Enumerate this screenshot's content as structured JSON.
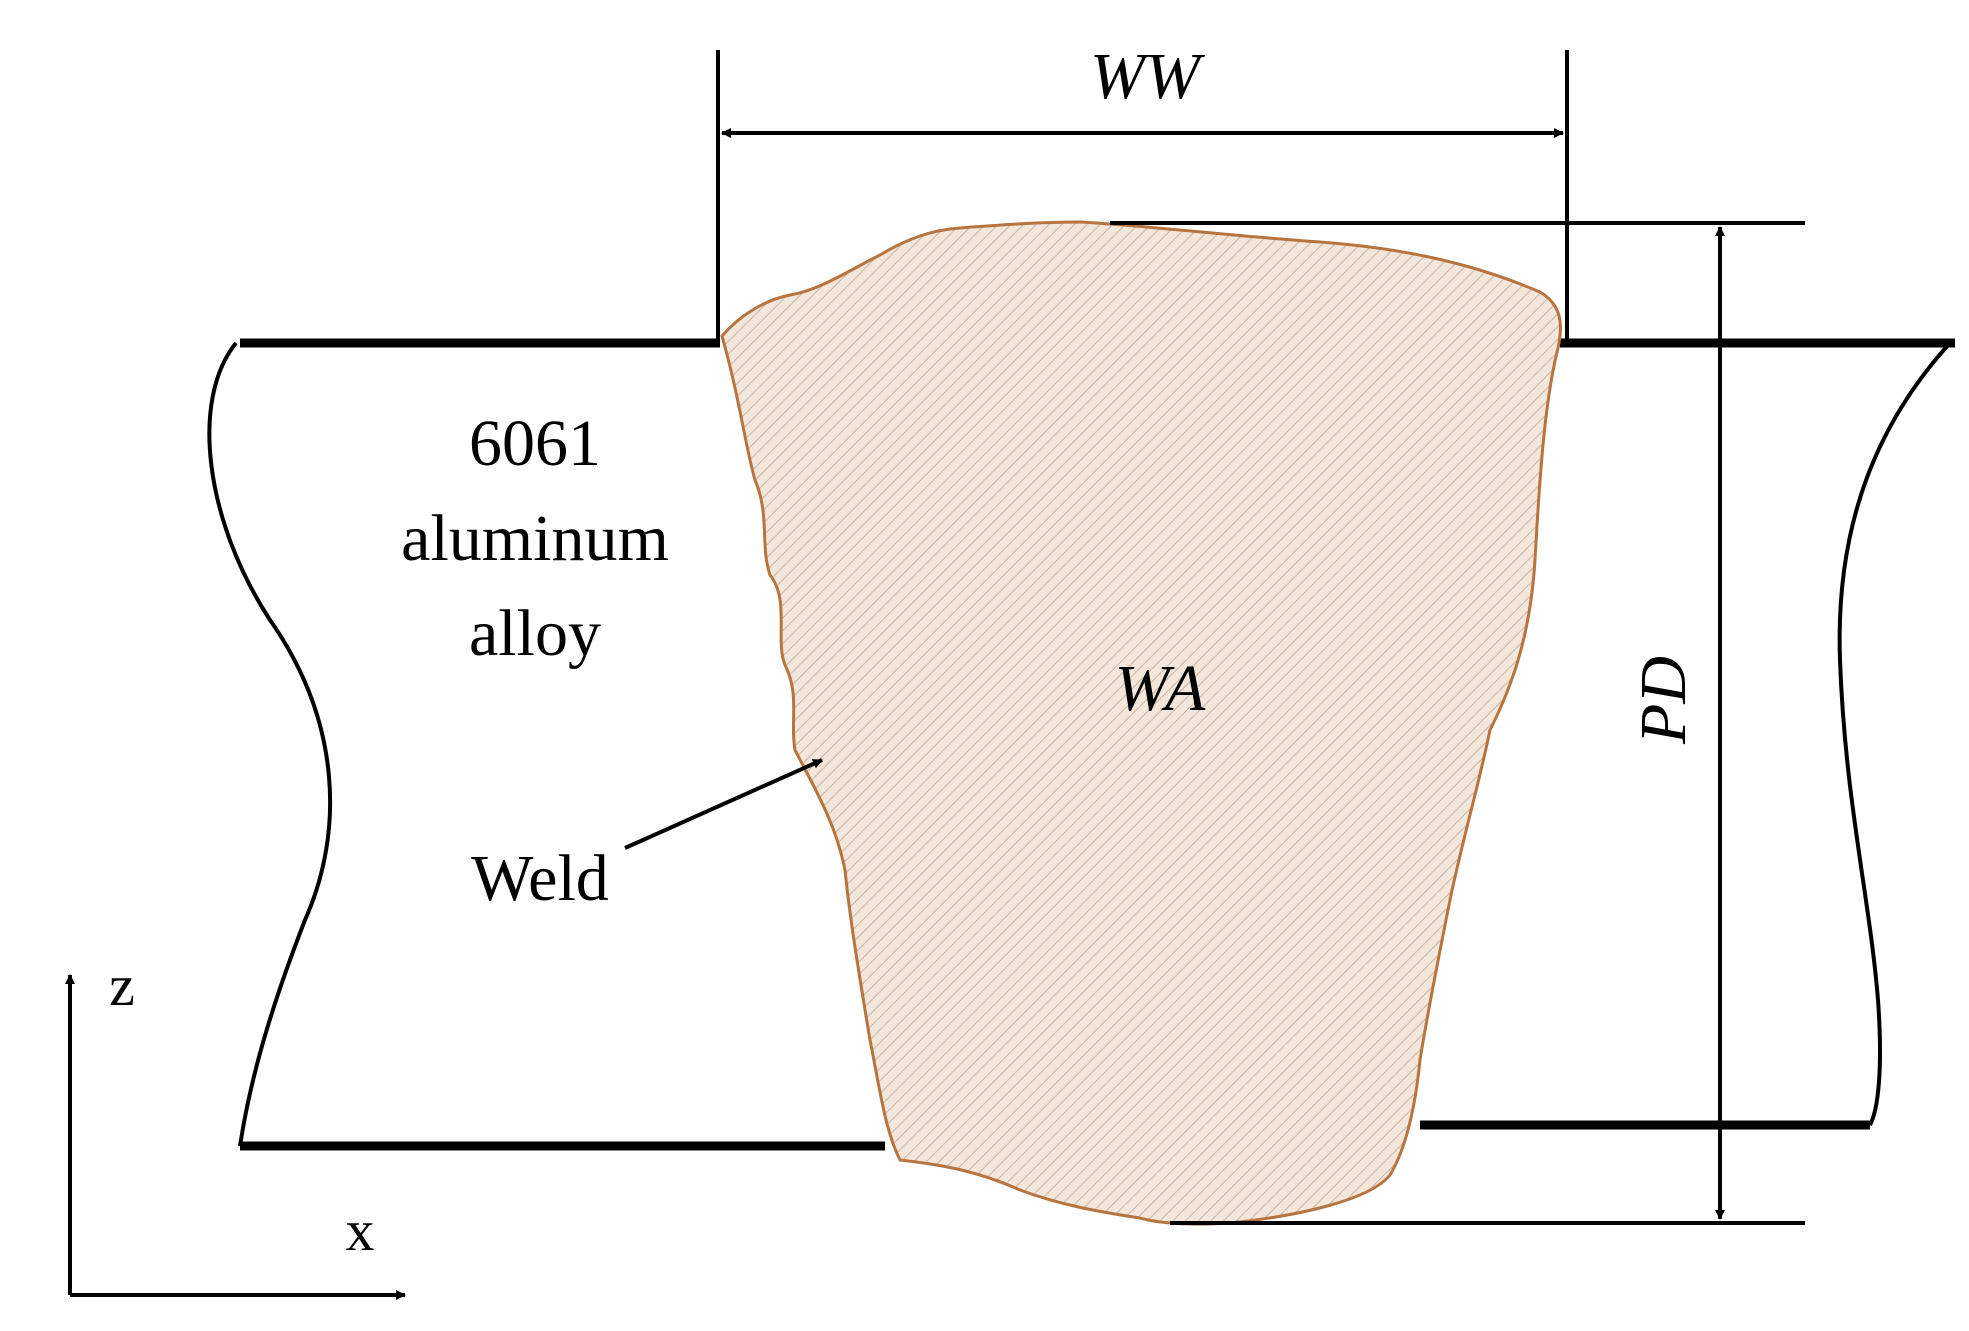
{
  "labels": {
    "material_line1": "6061",
    "material_line2": "aluminum",
    "material_line3": "alloy",
    "weld_area": "WA",
    "weld_width": "WW",
    "penetration_depth": "PD",
    "weld_pointer": "Weld",
    "axis_z": "z",
    "axis_x": "x"
  },
  "colors": {
    "weld_fill": "#f3e6db",
    "weld_outline": "#b8743e",
    "hatch": "#c9b4a3",
    "ink": "#000000"
  }
}
